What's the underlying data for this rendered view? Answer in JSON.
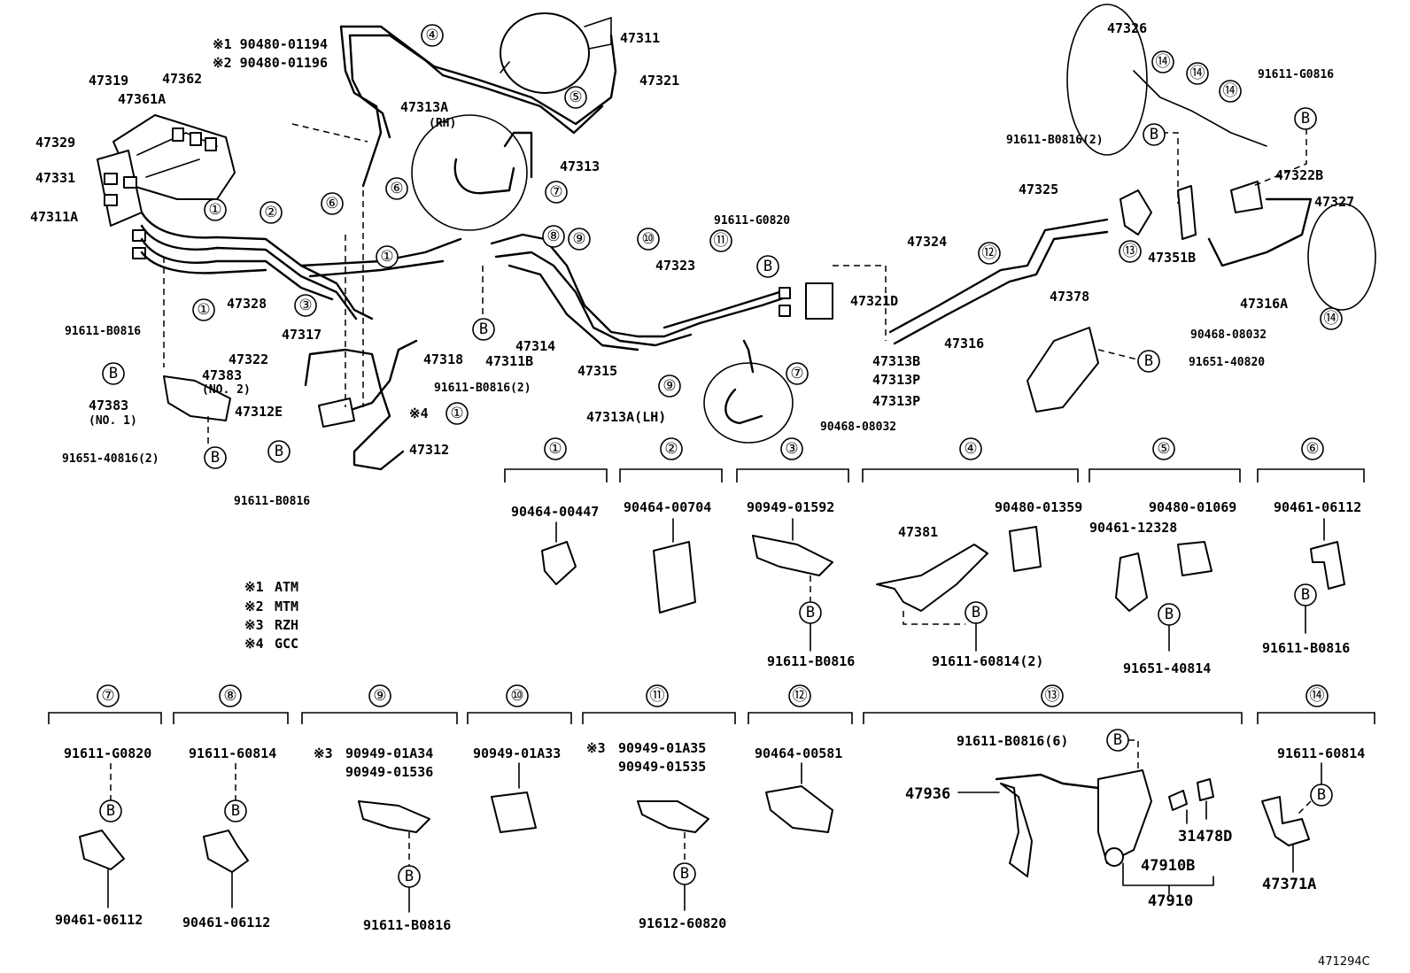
{
  "diagram": {
    "reference_code": "471294C",
    "legend": [
      {
        "mark": "※1",
        "text": "ATM"
      },
      {
        "mark": "※2",
        "text": "MTM"
      },
      {
        "mark": "※3",
        "text": "RZH"
      },
      {
        "mark": "※4",
        "text": "GCC"
      }
    ],
    "callout_bolt": "B",
    "numbers": [
      "①",
      "②",
      "③",
      "④",
      "⑤",
      "⑥",
      "⑦",
      "⑧",
      "⑨",
      "⑩",
      "⑪",
      "⑫",
      "⑬",
      "⑭"
    ],
    "top_labels": {
      "p47311": "47311",
      "p47321": "47321",
      "p47319": "47319",
      "p47362": "47362",
      "p47361A": "47361A",
      "p47329": "47329",
      "p47331": "47331",
      "p47311A": "47311A",
      "p90480_01194": "※1 90480-01194",
      "p90480_01196": "※2 90480-01196",
      "p47313A_RH": "47313A",
      "rh": "(RH)",
      "p47313": "47313",
      "p47328": "47328",
      "p47317": "47317",
      "p47322": "47322",
      "p47318": "47318",
      "p47311B": "47311B",
      "p47314": "47314",
      "p47315": "47315",
      "p47323": "47323",
      "p91611_G0820_top": "91611-G0820",
      "p47321D": "47321D",
      "p47324": "47324",
      "p47316": "47316",
      "p47313B": "47313B",
      "p47313P_1": "47313P",
      "p47313P_2": "47313P",
      "p47313A_LH": "47313A(LH)",
      "p90468_08032_a": "90468-08032",
      "p91611_B0816_2_mid": "91611-B0816(2)",
      "p47383_no2": "47383",
      "no2": "(NO. 2)",
      "p47383_no1": "47383",
      "no1": "(NO. 1)",
      "p91611_B0816_left": "91611-B0816",
      "p47312E": "47312E",
      "p91651_40816_2": "91651-40816(2)",
      "p47312": "47312",
      "p91611_B0816_bottom": "91611-B0816",
      "gcc_mark": "※4",
      "p47326": "47326",
      "p91611_G0816": "91611-G0816",
      "p91611_B0816_2_right": "91611-B0816(2)",
      "p47322B": "47322B",
      "p47325": "47325",
      "p47327": "47327",
      "p47351B": "47351B",
      "p47316A": "47316A",
      "p90468_08032_b": "90468-08032",
      "p47378": "47378",
      "p91651_40820": "91651-40820"
    },
    "groups": [
      {
        "num": "①",
        "parts": [
          "90464-00447"
        ]
      },
      {
        "num": "②",
        "parts": [
          "90464-00704"
        ]
      },
      {
        "num": "③",
        "parts": [
          "90949-01592",
          "91611-B0816"
        ]
      },
      {
        "num": "④",
        "parts": [
          "47381",
          "90480-01359",
          "91611-60814(2)"
        ]
      },
      {
        "num": "⑤",
        "parts": [
          "90480-01069",
          "90461-12328",
          "91651-40814"
        ]
      },
      {
        "num": "⑥",
        "parts": [
          "90461-06112",
          "91611-B0816"
        ]
      },
      {
        "num": "⑦",
        "parts": [
          "91611-G0820",
          "90461-06112"
        ]
      },
      {
        "num": "⑧",
        "parts": [
          "91611-60814",
          "90461-06112"
        ]
      },
      {
        "num": "⑨",
        "parts": [
          "※3",
          "90949-01A34",
          "90949-01536",
          "91611-B0816"
        ]
      },
      {
        "num": "⑩",
        "parts": [
          "90949-01A33"
        ]
      },
      {
        "num": "⑪",
        "parts": [
          "※3",
          "90949-01A35",
          "90949-01535",
          "91612-60820"
        ]
      },
      {
        "num": "⑫",
        "parts": [
          "90464-00581"
        ]
      },
      {
        "num": "⑬",
        "parts": [
          "91611-B0816(6)",
          "47936",
          "31478D",
          "47910B",
          "47910"
        ]
      },
      {
        "num": "⑭",
        "parts": [
          "91611-60814",
          "47371A"
        ]
      }
    ]
  }
}
